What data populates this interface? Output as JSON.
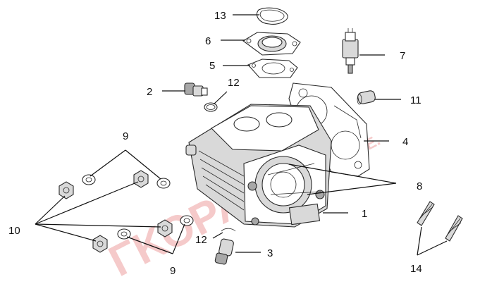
{
  "watermark": {
    "main": "ΓΚΟΡΑΝΤΗΣ",
    "suffix": "A.E.",
    "color": "#f2b9b9"
  },
  "parts": [
    {
      "id": "part-1",
      "label": "1",
      "name": "cylinder-head"
    },
    {
      "id": "part-2",
      "label": "2",
      "name": "temperature-sensor-fitting"
    },
    {
      "id": "part-3",
      "label": "3",
      "name": "intake-fitting"
    },
    {
      "id": "part-4",
      "label": "4",
      "name": "head-gasket"
    },
    {
      "id": "part-5",
      "label": "5",
      "name": "manifold-gasket"
    },
    {
      "id": "part-6",
      "label": "6",
      "name": "intake-flange"
    },
    {
      "id": "part-7",
      "label": "7",
      "name": "sensor-connector"
    },
    {
      "id": "part-8",
      "label": "8",
      "name": "dowel-studs"
    },
    {
      "id": "part-9a",
      "label": "9",
      "name": "washers-top"
    },
    {
      "id": "part-9b",
      "label": "9",
      "name": "washers-bottom"
    },
    {
      "id": "part-10",
      "label": "10",
      "name": "cap-nuts"
    },
    {
      "id": "part-11",
      "label": "11",
      "name": "dowel-pin"
    },
    {
      "id": "part-12a",
      "label": "12",
      "name": "o-ring-top"
    },
    {
      "id": "part-12b",
      "label": "12",
      "name": "o-ring-bottom"
    },
    {
      "id": "part-13",
      "label": "13",
      "name": "seal-ring"
    },
    {
      "id": "part-14",
      "label": "14",
      "name": "studs"
    }
  ]
}
